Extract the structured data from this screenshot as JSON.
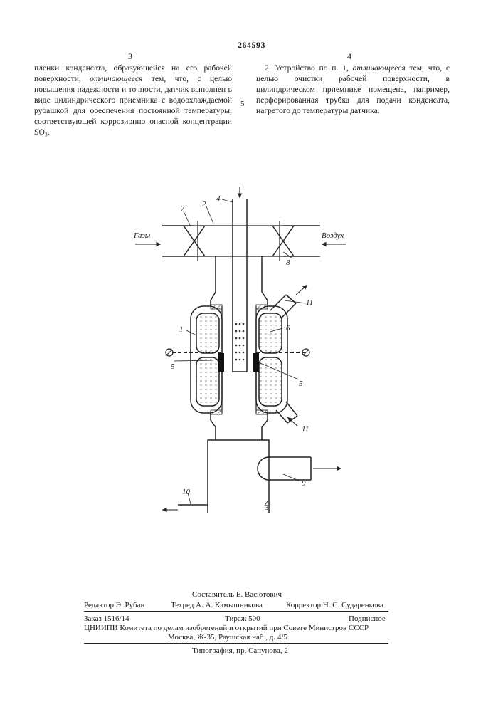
{
  "patent_number": "264593",
  "column_left": {
    "number": "3",
    "text_part1": "пленки конденсата, образующейся на его рабочей поверхности, ",
    "emphasis": "отличающееся",
    "text_part2": " тем, что, с целью повышения надежности и точности, датчик выполнен в виде цилиндрического приемника с водоохлаждаемой рубашкой для обеспечения постоянной температуры, соответствующей коррозионно опасной концентрации SO₃."
  },
  "column_right": {
    "number": "4",
    "text_part1": "2. Устройство по п. 1, ",
    "emphasis": "отличающееся",
    "text_part2": " тем, что, с целью очистки рабочей поверхности, в цилиндрическом приемнике помещена, например, перфорированная трубка для подачи конденсата, нагретого до температуры датчика."
  },
  "line_marker": "5",
  "figure": {
    "label_gases": "Газы",
    "label_air": "Воздух",
    "refs": {
      "r1": "1",
      "r2": "2",
      "r3": "3",
      "r4": "4",
      "r5a": "5",
      "r5b": "5",
      "r6": "6",
      "r7": "7",
      "r8": "8",
      "r9": "9",
      "r10": "10",
      "r11a": "11",
      "r11b": "11"
    }
  },
  "footer": {
    "compiler": "Составитель Е. Васютович",
    "editor": "Редактор Э. Рубан",
    "techred": "Техред А. А. Камышникова",
    "corrector": "Корректор Н. С. Сударенкова",
    "order": "Заказ 1516/14",
    "circulation": "Тираж 500",
    "subscription": "Подписное",
    "institute": "ЦНИИПИ Комитета по делам изобретений и открытий при Совете Министров СССР",
    "address": "Москва, Ж-35, Раушская наб., д. 4/5",
    "printing": "Типография, пр. Сапунова, 2"
  }
}
